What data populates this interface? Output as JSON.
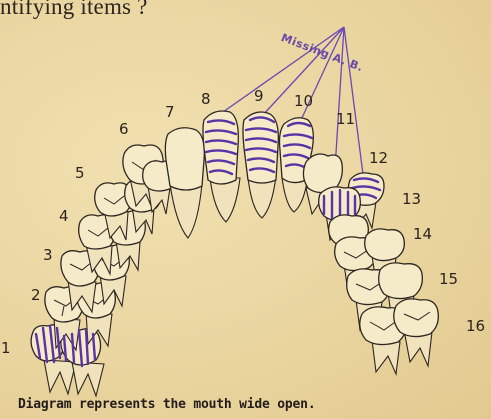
{
  "header_text": "ntifying items ?",
  "stamp_text": "Missing A. B.",
  "caption": "Diagram represents the mouth wide open.",
  "tooth_numbers": [
    "1",
    "2",
    "3",
    "4",
    "5",
    "6",
    "7",
    "8",
    "9",
    "10",
    "11",
    "12",
    "13",
    "14",
    "15",
    "16"
  ],
  "colors": {
    "paper": "#ecd9a6",
    "ink": "#2a2420",
    "stamp": "#5b3aa8"
  }
}
